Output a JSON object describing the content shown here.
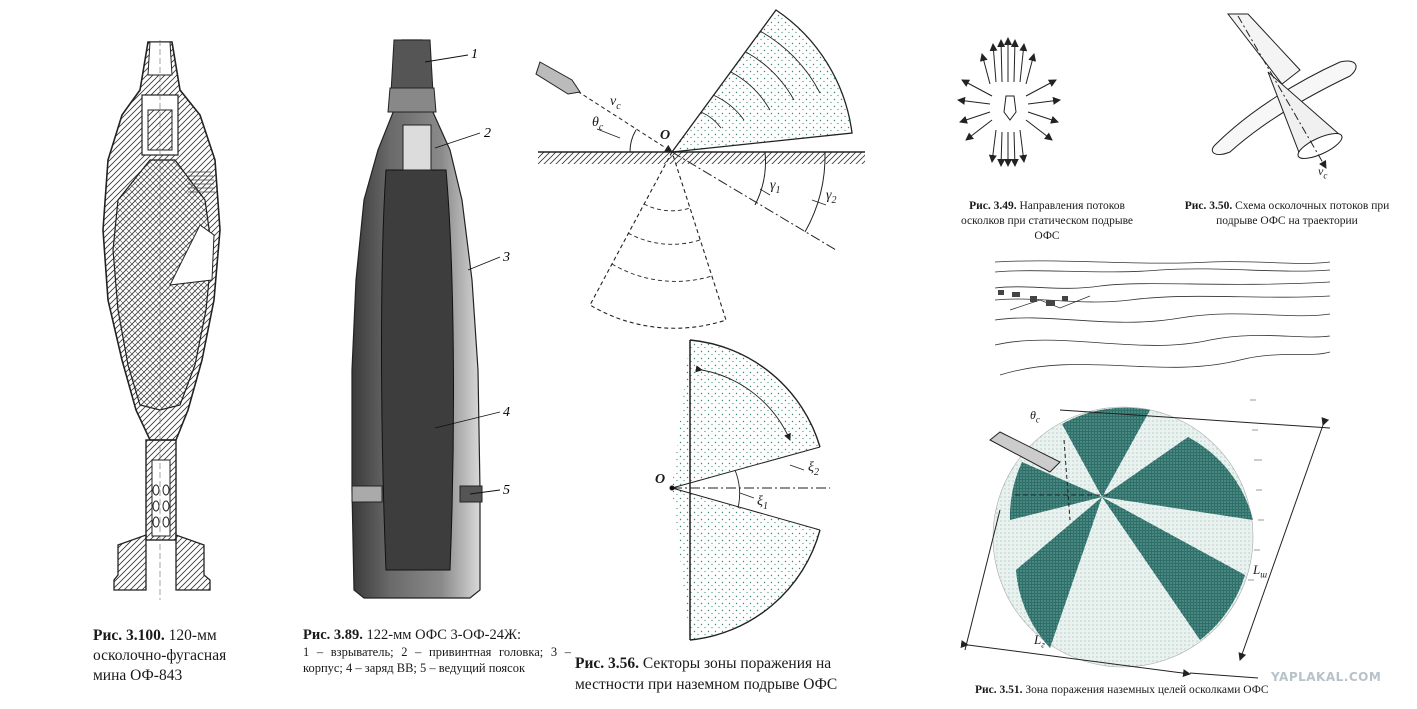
{
  "captions": {
    "fig3_100": {
      "num": "Рис. 3.100.",
      "text": " 120-мм осколочно-фугасная мина ОФ-843"
    },
    "fig3_89": {
      "num": "Рис. 3.89.",
      "title": " 122-мм ОФС 3-ОФ-24Ж:",
      "legend": "1 – взрыватель; 2 – привинтная головка; 3 – корпус; 4 – заряд ВВ; 5 – ведущий поясок"
    },
    "fig3_56": {
      "num": "Рис. 3.56.",
      "text": " Секторы зоны поражения на местности при наземном подрыве ОФС"
    },
    "fig3_49": {
      "num": "Рис. 3.49.",
      "text": " Направления потоков осколков при статическом подрыве ОФС"
    },
    "fig3_50": {
      "num": "Рис. 3.50.",
      "text": " Схема осколочных потоков при подрыве ОФС на траектории"
    },
    "fig3_51": {
      "num": "Рис. 3.51.",
      "text": " Зона поражения наземных целей осколками ОФС"
    }
  },
  "shell_labels": [
    "1",
    "2",
    "3",
    "4",
    "5"
  ],
  "sector_labels": {
    "velocity": "v",
    "velocity_sub": "c",
    "theta": "θ",
    "theta_sub": "c",
    "origin": "O",
    "gamma1": "γ",
    "gamma1_sub": "1",
    "gamma2": "γ",
    "gamma2_sub": "2",
    "xi1": "ξ",
    "xi1_sub": "1",
    "xi2": "ξ",
    "xi2_sub": "2"
  },
  "trajectory_labels": {
    "velocity": "v",
    "velocity_sub": "c"
  },
  "zone_labels": {
    "theta": "θ",
    "theta_sub": "c",
    "lm": "L",
    "lm_sub": "ш",
    "lr": "L",
    "lr_sub": "г"
  },
  "watermark": "YAPLAKAL.COM"
}
